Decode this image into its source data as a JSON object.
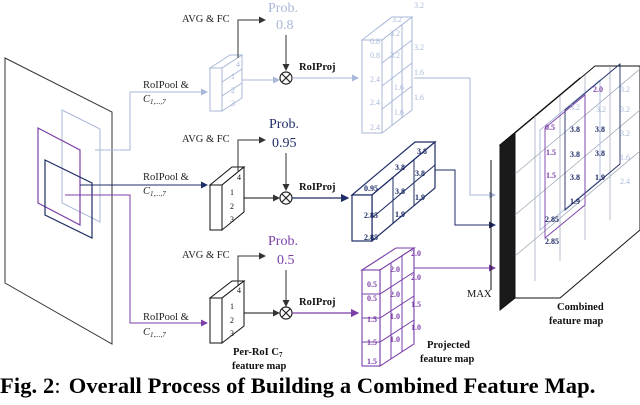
{
  "colors": {
    "faded": "#a9b8d9",
    "navy": "#1f2d66",
    "purple": "#7a3fa8",
    "black": "#111111",
    "grid_gray": "#9aa3b5"
  },
  "top": {
    "avg_fc": "AVG & FC",
    "prob_label": "Prob.",
    "prob_value": "0.8",
    "roipool_label": "RoIPool &",
    "c_label": "C",
    "c_sub": "1,...,7",
    "cube_numbers": [
      "1",
      "2",
      "3",
      "4"
    ],
    "roiproj": "RoIProj",
    "multiply": "⊗",
    "map_values": [
      "3.2",
      "3.2",
      "3.2",
      "3.2",
      "0.8",
      "3.2",
      "0.8",
      "1.6",
      "1.6",
      "2.4",
      "1.6",
      "2.4",
      "1.6",
      "2.4"
    ]
  },
  "middle": {
    "avg_fc": "AVG & FC",
    "prob_label": "Prob.",
    "prob_value": "0.95",
    "roipool_label": "RoIPool &",
    "c_label": "C",
    "c_sub": "1,...,7",
    "cube_numbers": [
      "1",
      "2",
      "3",
      "4"
    ],
    "roiproj": "RoIProj",
    "multiply": "⊗",
    "map_values": [
      "3.8",
      "3.8",
      "3.8",
      "0.95",
      "3.8",
      "1.9",
      "2.85",
      "1.9",
      "2.85"
    ]
  },
  "bottom": {
    "avg_fc": "AVG & FC",
    "prob_label": "Prob.",
    "prob_value": "0.5",
    "roipool_label": "RoIPool &",
    "c_label": "C",
    "c_sub": "1,...,7",
    "cube_numbers": [
      "1",
      "2",
      "3",
      "4"
    ],
    "roiproj": "RoIProj",
    "multiply": "⊗",
    "map_values": [
      "2.0",
      "2.0",
      "2.0",
      "0.5",
      "2.0",
      "0.5",
      "1.5",
      "1.0",
      "1.5",
      "1.0",
      "1.5",
      "1.0",
      "1.5"
    ],
    "per_roi_label_line1": "Per-RoI C",
    "per_roi_sub": "7",
    "per_roi_label_line2": "feature map",
    "projected_line1": "Projected",
    "projected_line2": "feature map"
  },
  "combined": {
    "values": [
      "2.0",
      "3.2",
      "0.5",
      "3.2",
      "3.2",
      "3.2",
      "3.8",
      "3.8",
      "3.8",
      "1.5",
      "3.8",
      "3.2",
      "1.6",
      "1.5",
      "3.8",
      "1.9",
      "2.4",
      "2.85",
      "1.9",
      "2.85"
    ],
    "max_label": "MAX",
    "label_line1": "Combined",
    "label_line2": "feature map"
  },
  "caption": {
    "fig": "Fig. 2",
    "colon": ":",
    "text": "Overall Process of Building a Combined Feature Map."
  }
}
